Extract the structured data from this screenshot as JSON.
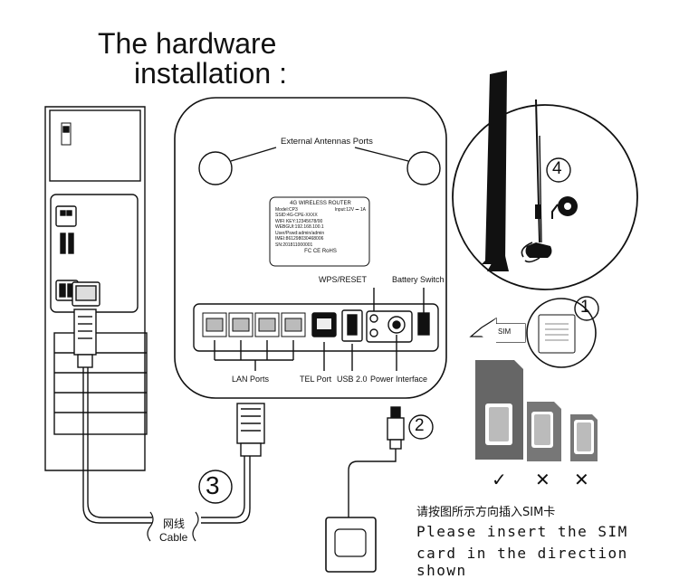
{
  "heading": {
    "line1": "The hardware",
    "line2": "installation :"
  },
  "router": {
    "antenna_ports_label": "External Antennas Ports",
    "sticker": {
      "title": "4G WIRELESS ROUTER",
      "line1": "Model:CP3",
      "line1b": "Input:12V ⎓ 1A",
      "line2": "SSID:4G-CPE-XXXX",
      "line3": "WIFI KEY:12345678/00",
      "line4": "WEBGUI:192.168.100.1",
      "line5": "User/Pswd:admin/admin",
      "line6": "IMEI:861298030468006",
      "line7": "SN:201811000001",
      "marks": "FC   CE   RoHS"
    },
    "wps_label": "WPS/RESET",
    "battery_label": "Battery Switch",
    "lan_label": "LAN Ports",
    "tel_label": "TEL Port",
    "usb_label": "USB 2.0",
    "power_label": "Power Interface"
  },
  "steps": {
    "s1": "1",
    "s2": "2",
    "s3": "3",
    "s4": "4"
  },
  "sim": {
    "arrow_label": "SIM",
    "check": "✓",
    "cross1": "✕",
    "cross2": "✕"
  },
  "cable": {
    "cn": "网线",
    "en": "Cable"
  },
  "instructions": {
    "cn": "请按图所示方向插入SIM卡",
    "en_line1": "Please insert the SIM",
    "en_line2": "card in the direction shown"
  }
}
